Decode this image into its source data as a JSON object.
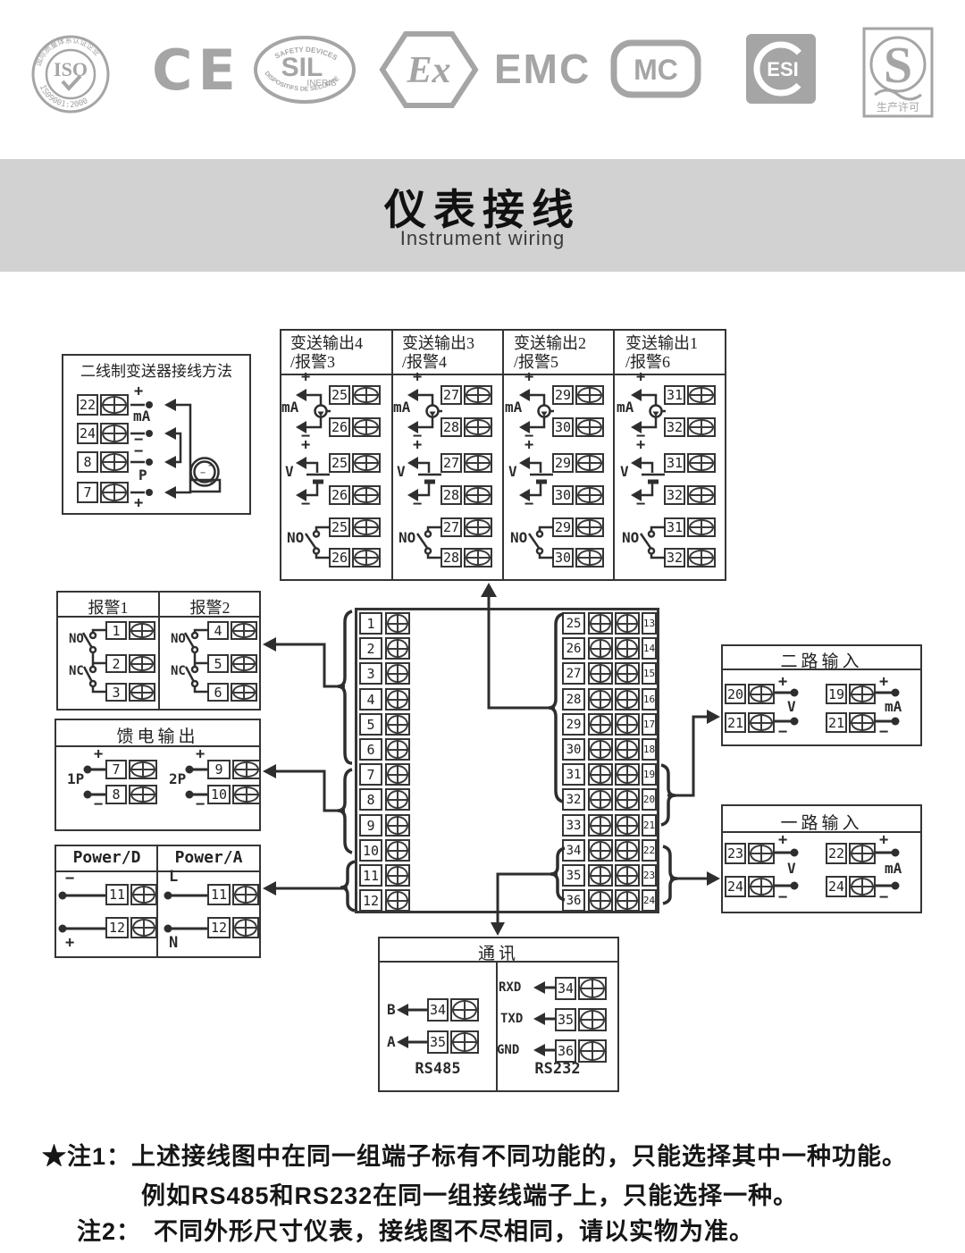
{
  "banner": {
    "title": "仪表接线",
    "subtitle": "Instrument wiring"
  },
  "logos": {
    "iso": {
      "ring_top": "国际质量体系认证企业",
      "text": "ISO",
      "ring_bottom": "IS09001:2000"
    },
    "ce": {
      "text": "CE"
    },
    "sil": {
      "arc_top": "SAFETY DEVICES",
      "text": "SIL",
      "sub": "INERIS",
      "arc_bottom": "DISPOSITIFS DE SÉCURITÉ"
    },
    "ex": {
      "text": "Ex"
    },
    "emc": {
      "text": "EMC"
    },
    "mc": {
      "text": "MC"
    },
    "esi": {
      "text": "ESI"
    },
    "s": {
      "text": "S",
      "sub": "生产许可"
    }
  },
  "transmitter_box": {
    "title": "二线制变送器接线方法",
    "terminals": [
      "22",
      "24",
      "8",
      "7"
    ],
    "labels": {
      "r1": "+",
      "ma": "mA",
      "r2": "−",
      "r3": "−",
      "p": "P",
      "r4": "+"
    },
    "tx": {
      "m1": "−",
      "m2": "−",
      "p": "+"
    }
  },
  "output_group": {
    "labels": {
      "plus": "+",
      "minus": "−",
      "ma": "mA",
      "v": "V",
      "no": "NO"
    },
    "columns": [
      {
        "title": "变送输出4",
        "subtitle": "/报警3",
        "t1": "25",
        "t2": "26"
      },
      {
        "title": "变送输出3",
        "subtitle": "/报警4",
        "t1": "27",
        "t2": "28"
      },
      {
        "title": "变送输出2",
        "subtitle": "/报警5",
        "t1": "29",
        "t2": "30"
      },
      {
        "title": "变送输出1",
        "subtitle": "/报警6",
        "t1": "31",
        "t2": "32"
      }
    ]
  },
  "alarm_box": {
    "titles": [
      "报警1",
      "报警2"
    ],
    "no": "NO",
    "nc": "NC",
    "g1": [
      "1",
      "2",
      "3"
    ],
    "g2": [
      "4",
      "5",
      "6"
    ]
  },
  "feed_box": {
    "title": "馈电输出",
    "plus": "+",
    "minus": "−",
    "groups": [
      {
        "label": "1P",
        "t1": "7",
        "t2": "8"
      },
      {
        "label": "2P",
        "t1": "9",
        "t2": "10"
      }
    ]
  },
  "power_box": {
    "groups": [
      {
        "title": "Power/D",
        "l1": "−",
        "l2": "+",
        "t1": "11",
        "t2": "12"
      },
      {
        "title": "Power/A",
        "l1": "L",
        "l2": "N",
        "t1": "11",
        "t2": "12"
      }
    ]
  },
  "main_block": {
    "left": [
      "1",
      "2",
      "3",
      "4",
      "5",
      "6",
      "7",
      "8",
      "9",
      "10",
      "11",
      "12"
    ],
    "mid": [
      "25",
      "26",
      "27",
      "28",
      "29",
      "30",
      "31",
      "32",
      "33",
      "34",
      "35",
      "36"
    ],
    "right": [
      "13",
      "14",
      "15",
      "16",
      "17",
      "18",
      "19",
      "20",
      "21",
      "22",
      "23",
      "24"
    ]
  },
  "input_boxes": [
    {
      "title": "二路输入",
      "plus": "+",
      "minus": "−",
      "v_label": "V",
      "ma_label": "mA",
      "v1": "20",
      "v2": "21",
      "m1": "19",
      "m2": "21"
    },
    {
      "title": "一路输入",
      "plus": "+",
      "minus": "−",
      "v_label": "V",
      "ma_label": "mA",
      "v1": "23",
      "v2": "24",
      "m1": "22",
      "m2": "24"
    }
  ],
  "comm_box": {
    "title": "通讯",
    "rs485": {
      "label": "RS485",
      "rows": [
        {
          "s": "B",
          "t": "34"
        },
        {
          "s": "A",
          "t": "35"
        }
      ]
    },
    "rs232": {
      "label": "RS232",
      "rows": [
        {
          "s": "RXD",
          "t": "34"
        },
        {
          "s": "TXD",
          "t": "35"
        },
        {
          "s": "GND",
          "t": "36"
        }
      ]
    }
  },
  "notes": [
    {
      "prefix": "★注1：",
      "text": "上述接线图中在同一组端子标有不同功能的，只能选择其中一种功能。"
    },
    {
      "prefix": "",
      "text": "例如RS485和RS232在同一组接线端子上，只能选择一种。"
    },
    {
      "prefix": "注2：",
      "text": "不同外形尺寸仪表，接线图不尽相同，请以实物为准。"
    }
  ],
  "colors": {
    "line": "#3a3a3a",
    "logo_gray": "#a5a5a5",
    "banner_bg": "#d2d2d2"
  }
}
